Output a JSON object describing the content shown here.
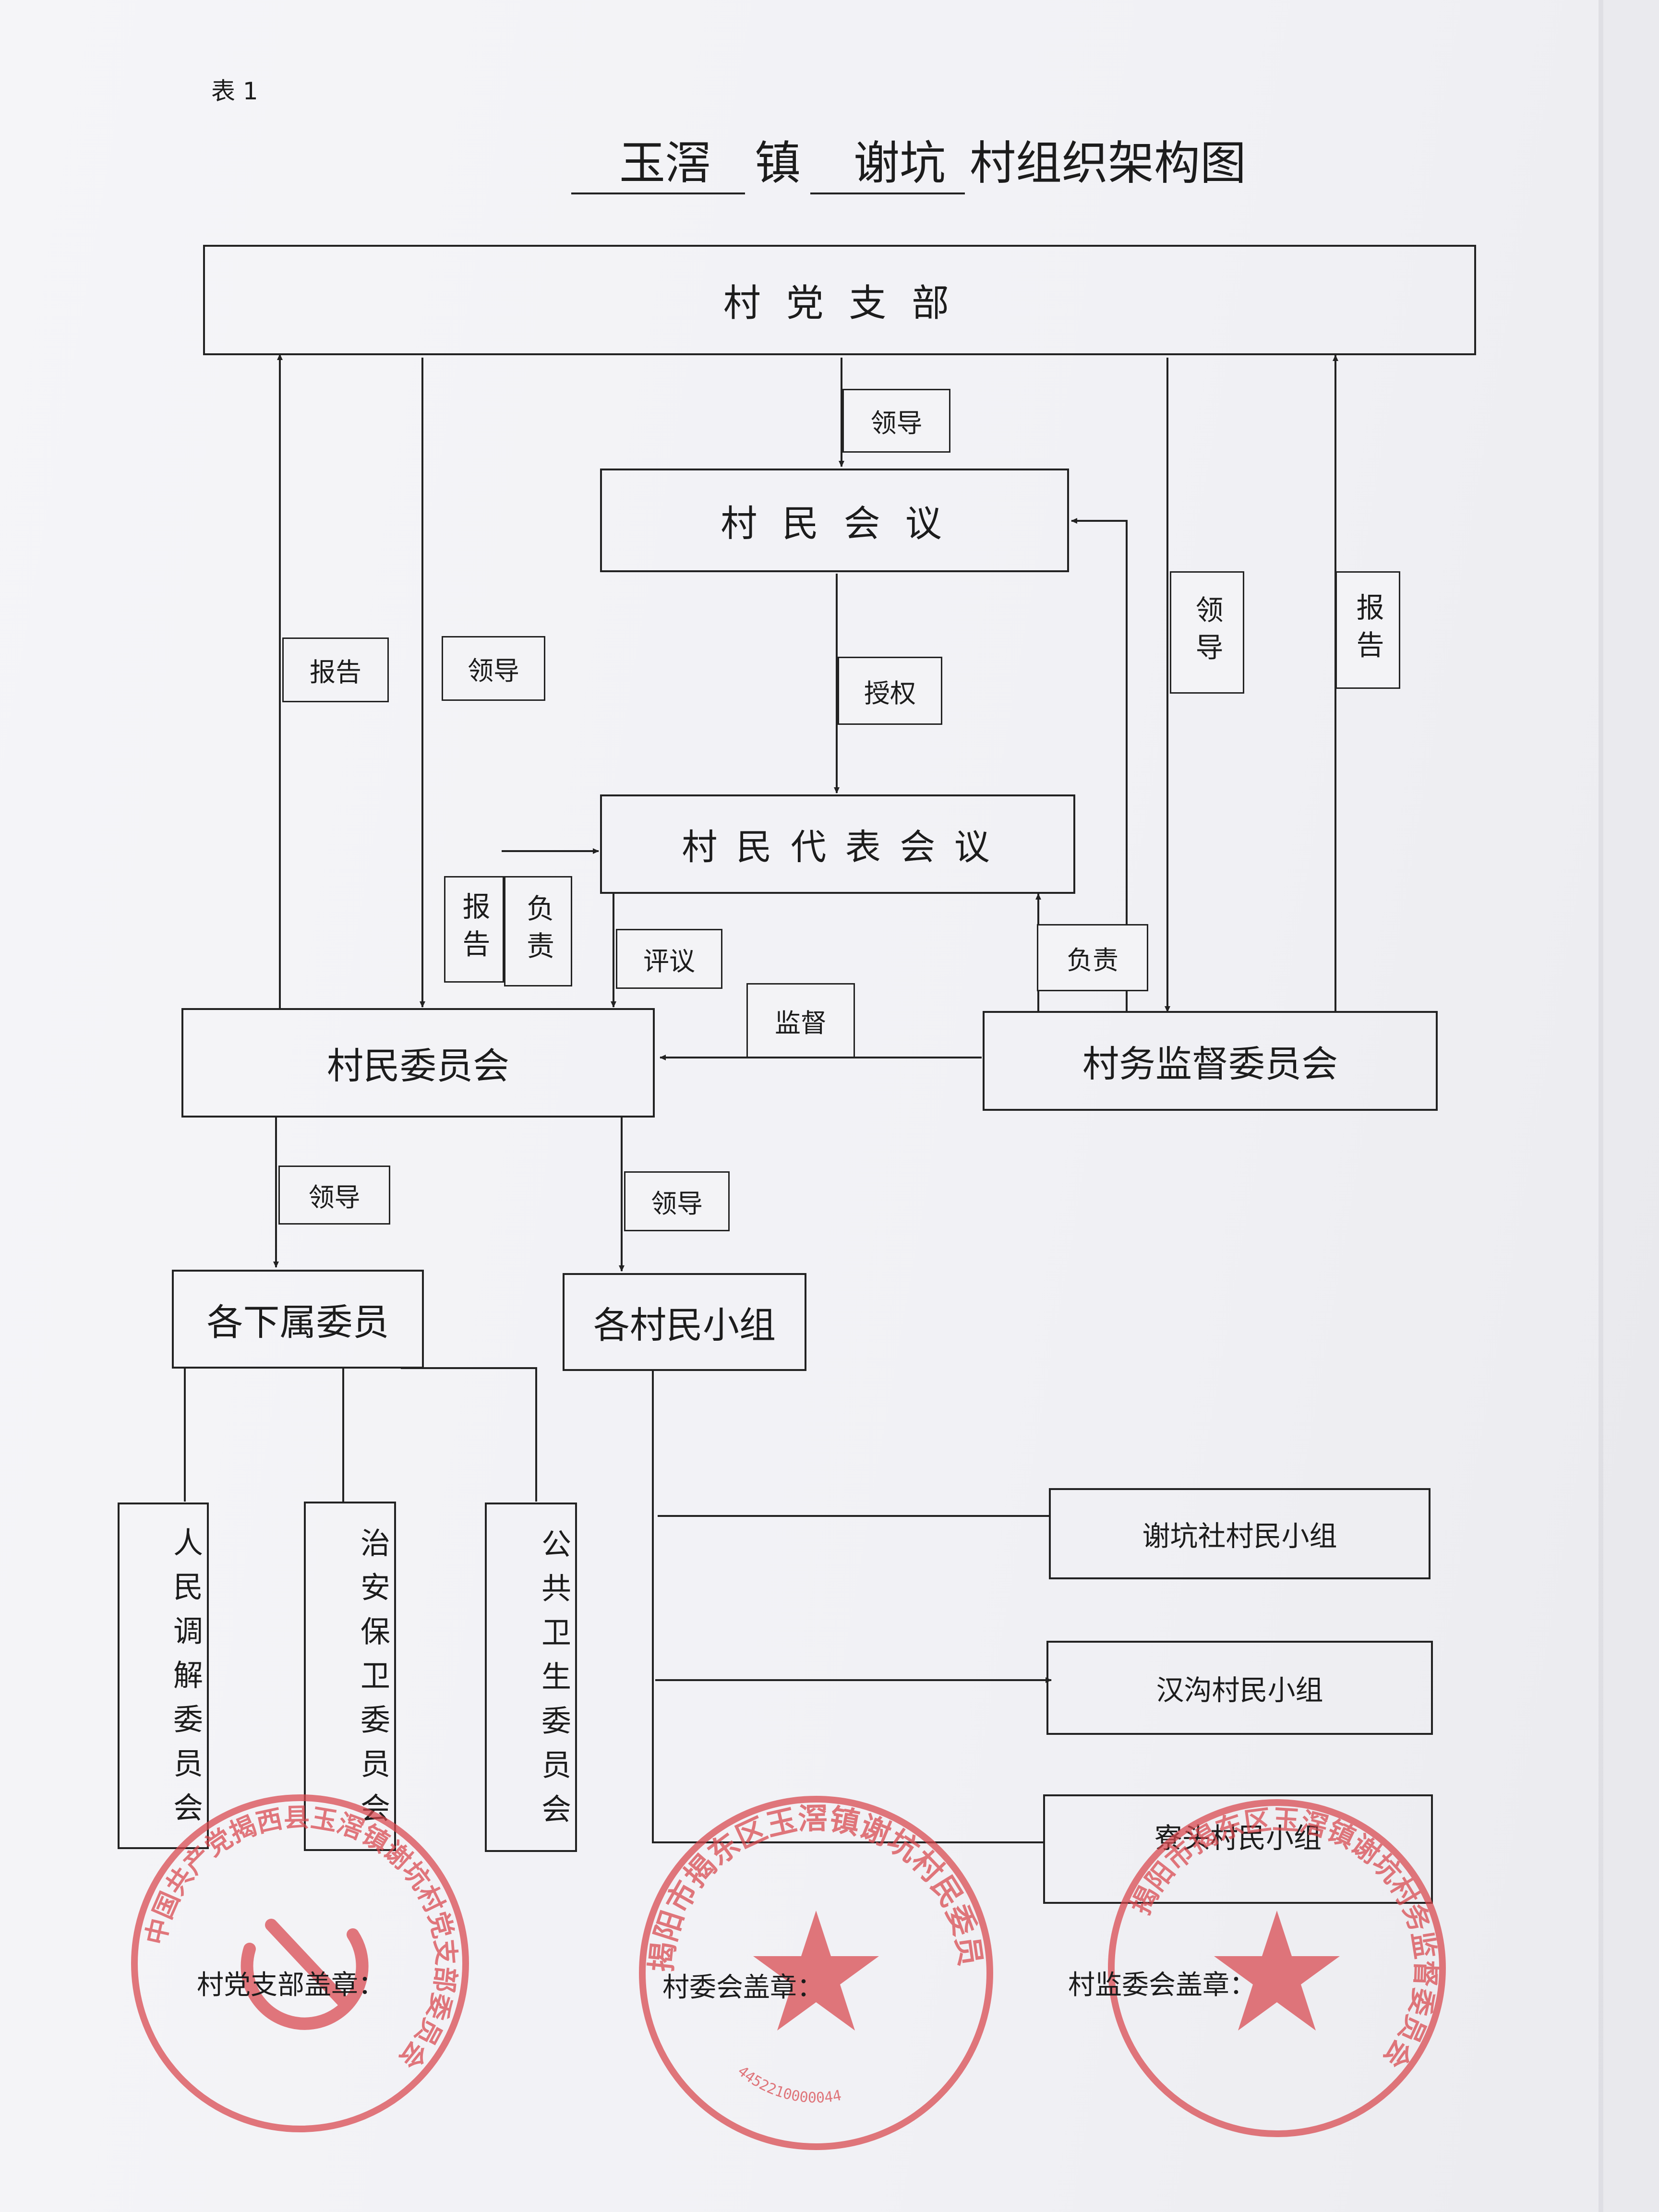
{
  "doc": {
    "table_no": "表 1",
    "title": {
      "town": "玉滘",
      "town_suffix": "镇",
      "village": "谢坑",
      "rest": "村组织架构图"
    }
  },
  "boxes": {
    "party_branch": "村 党 支 部",
    "villagers_meeting": "村 民 会 议",
    "rep_meeting": "村 民 代 表 会 议",
    "villagers_committee": "村民委员会",
    "supervision_committee": "村务监督委员会",
    "subcommittees": "各下属委员",
    "village_groups": "各村民小组",
    "mediation": "人民调解委员会",
    "security": "治安保卫委员会",
    "public_health": "公共卫生委员会",
    "group_xiekeng": "谢坑社村民小组",
    "group_hangou": "汉沟村民小组",
    "group_liaotou": "寮头村民小组"
  },
  "edge_labels": {
    "lead_branch_meeting": "领导",
    "authorize": "授权",
    "report_left": "报告",
    "lead_left": "领导",
    "lead_right": "领导",
    "report_right": "报告",
    "report_small": "报告",
    "responsible_small": "负责",
    "review": "评议",
    "supervise": "监督",
    "responsible_right": "负责",
    "lead_subcommittees": "领导",
    "lead_groups": "领导"
  },
  "seals": {
    "party_seal_label": "村党支部盖章：",
    "committee_seal_label": "村委会盖章：",
    "supervision_seal_label": "村监委会盖章：",
    "stamp1_text": "中国共产党揭西县玉滘镇谢坑村党支部委员会",
    "stamp2_text": "揭阳市揭东区玉滘镇谢坑村民委员会",
    "stamp2_number": "4452210000044",
    "stamp3_text": "揭阳市揭东区玉滘镇谢坑村务监督委员会"
  },
  "colors": {
    "ink": "#222222",
    "stamp_red": "#d9464c"
  }
}
